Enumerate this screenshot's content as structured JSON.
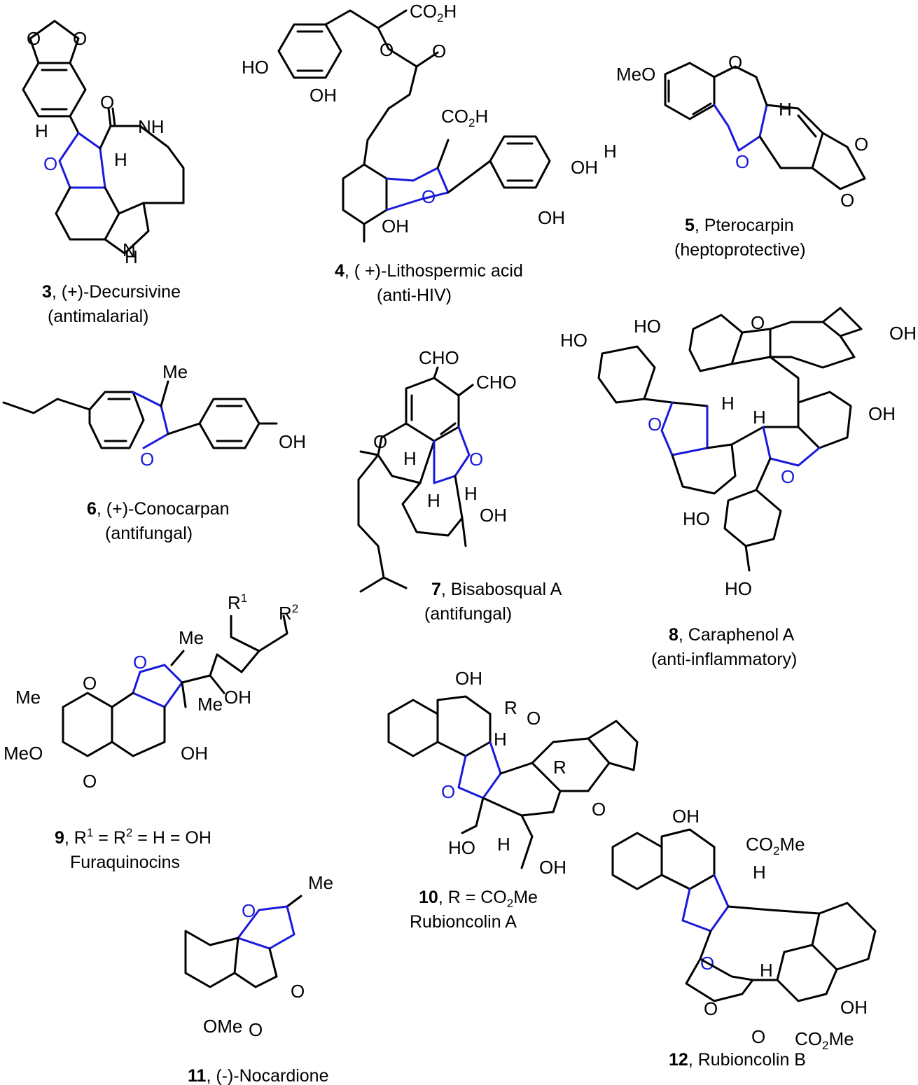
{
  "colors": {
    "bond": "#000000",
    "dihydrobenzofuran_core": "#1a1adc",
    "background": "#ffffff"
  },
  "compounds": [
    {
      "id": "3",
      "name": ", (+)-Decursivine",
      "activity": "(antimalarial)"
    },
    {
      "id": "4",
      "name": ", ( +)-Lithospermic acid",
      "activity": "(anti-HIV)"
    },
    {
      "id": "5",
      "name": ", Pterocarpin",
      "activity": "(heptoprotective)"
    },
    {
      "id": "6",
      "name": ", (+)-Conocarpan",
      "activity": "(antifungal)"
    },
    {
      "id": "7",
      "name": ", Bisabosqual A",
      "activity": "(antifungal)"
    },
    {
      "id": "8",
      "name": ", Caraphenol A",
      "activity": "(anti-inflammatory)"
    },
    {
      "id": "9",
      "name": ", R",
      "name_sup1": "1",
      "name_mid": " = R",
      "name_sup2": "2",
      "name_end": " = H = OH",
      "activity": "Furaquinocins"
    },
    {
      "id": "10",
      "name": ", R = CO",
      "name_sub": "2",
      "name_end": "Me",
      "activity": "Rubioncolin A"
    },
    {
      "id": "11",
      "name": ", (-)-Nocardione"
    },
    {
      "id": "12",
      "name": ", Rubioncolin B"
    }
  ],
  "atoms": {
    "O": "O",
    "H": "H",
    "N": "N",
    "NH": "NH",
    "HO": "HO",
    "OH": "OH",
    "MeO": "MeO",
    "OMe": "OMe",
    "Me": "Me",
    "CHO": "CHO",
    "R": "R",
    "CO": "CO",
    "two": "2",
    "H_sfx": "H",
    "Me_sfx": "Me",
    "Me_prefix": "Me",
    "R1_sup": "1",
    "R2_sup": "2"
  }
}
